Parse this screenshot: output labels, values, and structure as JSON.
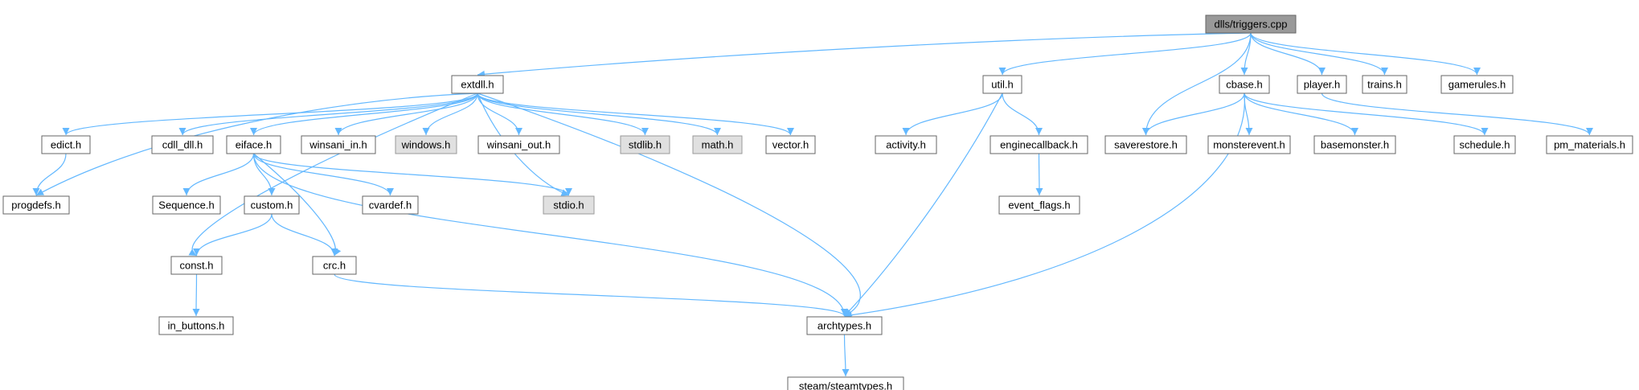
{
  "colors": {
    "edge": "#63b8ff",
    "root_fill": "#999999",
    "root_stroke": "#666666",
    "external_fill": "#e0e0e0",
    "external_stroke": "#999999",
    "node_fill": "#ffffff",
    "node_stroke": "#666666"
  },
  "nodes": [
    {
      "id": "triggers",
      "label": "dlls/triggers.cpp",
      "kind": "root"
    },
    {
      "id": "extdll",
      "label": "extdll.h",
      "kind": "normal"
    },
    {
      "id": "util",
      "label": "util.h",
      "kind": "normal"
    },
    {
      "id": "cbase",
      "label": "cbase.h",
      "kind": "normal"
    },
    {
      "id": "player",
      "label": "player.h",
      "kind": "normal"
    },
    {
      "id": "trains",
      "label": "trains.h",
      "kind": "normal"
    },
    {
      "id": "gamerules",
      "label": "gamerules.h",
      "kind": "normal"
    },
    {
      "id": "edict",
      "label": "edict.h",
      "kind": "normal"
    },
    {
      "id": "cdll_dll",
      "label": "cdll_dll.h",
      "kind": "normal"
    },
    {
      "id": "eiface",
      "label": "eiface.h",
      "kind": "normal"
    },
    {
      "id": "winsani_in",
      "label": "winsani_in.h",
      "kind": "normal"
    },
    {
      "id": "windows",
      "label": "windows.h",
      "kind": "external"
    },
    {
      "id": "winsani_out",
      "label": "winsani_out.h",
      "kind": "normal"
    },
    {
      "id": "stdlib",
      "label": "stdlib.h",
      "kind": "external"
    },
    {
      "id": "math",
      "label": "math.h",
      "kind": "external"
    },
    {
      "id": "vector",
      "label": "vector.h",
      "kind": "normal"
    },
    {
      "id": "activity",
      "label": "activity.h",
      "kind": "normal"
    },
    {
      "id": "enginecallback",
      "label": "enginecallback.h",
      "kind": "normal"
    },
    {
      "id": "saverestore",
      "label": "saverestore.h",
      "kind": "normal"
    },
    {
      "id": "monsterevent",
      "label": "monsterevent.h",
      "kind": "normal"
    },
    {
      "id": "basemonster",
      "label": "basemonster.h",
      "kind": "normal"
    },
    {
      "id": "schedule",
      "label": "schedule.h",
      "kind": "normal"
    },
    {
      "id": "pm_materials",
      "label": "pm_materials.h",
      "kind": "normal"
    },
    {
      "id": "progdefs",
      "label": "progdefs.h",
      "kind": "normal"
    },
    {
      "id": "sequence",
      "label": "Sequence.h",
      "kind": "normal"
    },
    {
      "id": "custom",
      "label": "custom.h",
      "kind": "normal"
    },
    {
      "id": "cvardef",
      "label": "cvardef.h",
      "kind": "normal"
    },
    {
      "id": "stdio",
      "label": "stdio.h",
      "kind": "external"
    },
    {
      "id": "event_flags",
      "label": "event_flags.h",
      "kind": "normal"
    },
    {
      "id": "const",
      "label": "const.h",
      "kind": "normal"
    },
    {
      "id": "crc",
      "label": "crc.h",
      "kind": "normal"
    },
    {
      "id": "in_buttons",
      "label": "in_buttons.h",
      "kind": "normal"
    },
    {
      "id": "archtypes",
      "label": "archtypes.h",
      "kind": "normal"
    },
    {
      "id": "steamtypes",
      "label": "steam/steamtypes.h",
      "kind": "normal"
    }
  ],
  "edges": [
    [
      "triggers",
      "extdll"
    ],
    [
      "triggers",
      "util"
    ],
    [
      "triggers",
      "saverestore"
    ],
    [
      "triggers",
      "cbase"
    ],
    [
      "triggers",
      "player"
    ],
    [
      "triggers",
      "trains"
    ],
    [
      "triggers",
      "gamerules"
    ],
    [
      "extdll",
      "edict"
    ],
    [
      "extdll",
      "progdefs"
    ],
    [
      "extdll",
      "cdll_dll"
    ],
    [
      "extdll",
      "eiface"
    ],
    [
      "extdll",
      "winsani_in"
    ],
    [
      "extdll",
      "windows"
    ],
    [
      "extdll",
      "winsani_out"
    ],
    [
      "extdll",
      "stdlib"
    ],
    [
      "extdll",
      "math"
    ],
    [
      "extdll",
      "vector"
    ],
    [
      "extdll",
      "stdio"
    ],
    [
      "extdll",
      "const"
    ],
    [
      "extdll",
      "archtypes"
    ],
    [
      "edict",
      "progdefs"
    ],
    [
      "eiface",
      "sequence"
    ],
    [
      "eiface",
      "custom"
    ],
    [
      "eiface",
      "cvardef"
    ],
    [
      "eiface",
      "stdio"
    ],
    [
      "eiface",
      "crc"
    ],
    [
      "eiface",
      "archtypes"
    ],
    [
      "custom",
      "const"
    ],
    [
      "custom",
      "crc"
    ],
    [
      "const",
      "in_buttons"
    ],
    [
      "crc",
      "archtypes"
    ],
    [
      "archtypes",
      "steamtypes"
    ],
    [
      "util",
      "activity"
    ],
    [
      "util",
      "enginecallback"
    ],
    [
      "util",
      "archtypes"
    ],
    [
      "enginecallback",
      "event_flags"
    ],
    [
      "cbase",
      "saverestore"
    ],
    [
      "cbase",
      "monsterevent"
    ],
    [
      "cbase",
      "basemonster"
    ],
    [
      "cbase",
      "schedule"
    ],
    [
      "cbase",
      "archtypes"
    ],
    [
      "player",
      "pm_materials"
    ]
  ]
}
